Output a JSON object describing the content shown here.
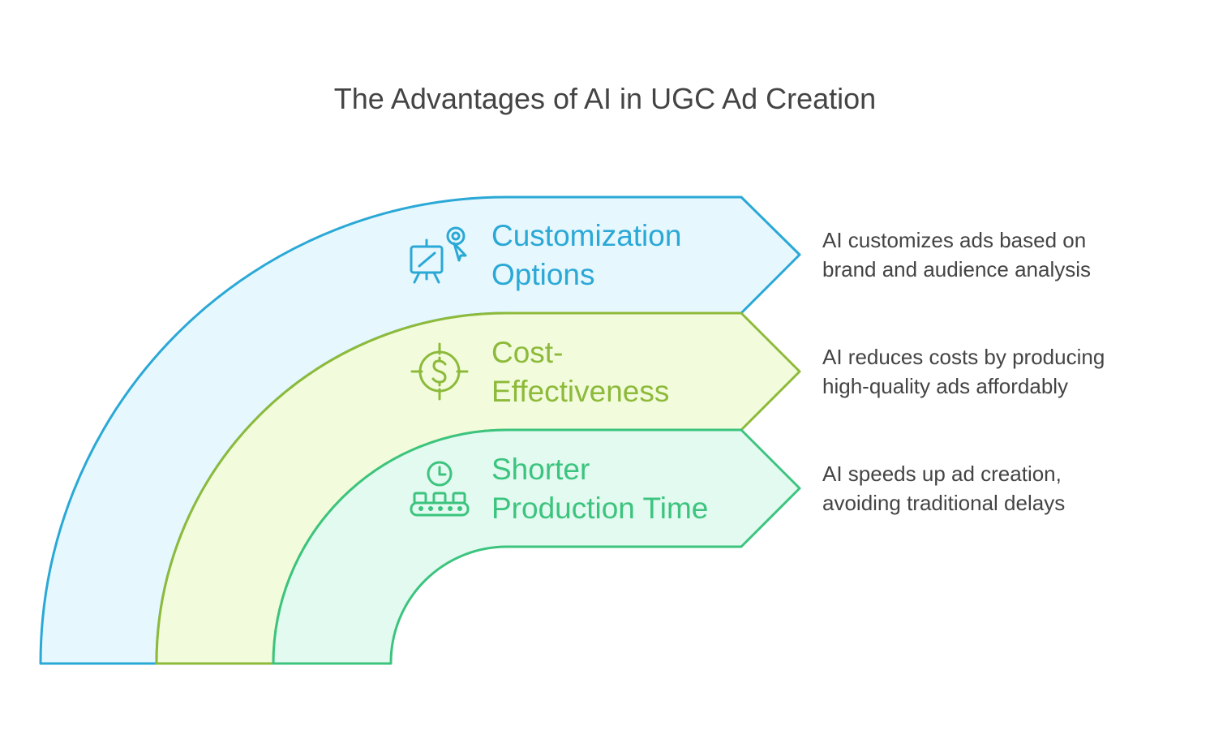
{
  "title": "The Advantages of AI in UGC Ad Creation",
  "colors": {
    "blue_stroke": "#2AA8D6",
    "blue_fill": "#E6F7FD",
    "green_stroke": "#8DBA3A",
    "green_fill": "#F2FCDC",
    "teal_stroke": "#3CC47F",
    "teal_fill": "#E2FAEF",
    "text": "#444444"
  },
  "bands": [
    {
      "key": "customization",
      "icon": "easel-paintbrush-icon",
      "label_lines": [
        "Customization",
        "Options"
      ],
      "desc_lines": [
        "AI customizes ads based on",
        "brand and audience analysis"
      ]
    },
    {
      "key": "cost",
      "icon": "dollar-target-icon",
      "label_lines": [
        "Cost-",
        "Effectiveness"
      ],
      "desc_lines": [
        "AI reduces costs by producing",
        "high-quality ads affordably"
      ]
    },
    {
      "key": "time",
      "icon": "clock-conveyor-icon",
      "label_lines": [
        "Shorter",
        "Production Time"
      ],
      "desc_lines": [
        "AI speeds up ad creation,",
        "avoiding traditional delays"
      ]
    }
  ]
}
